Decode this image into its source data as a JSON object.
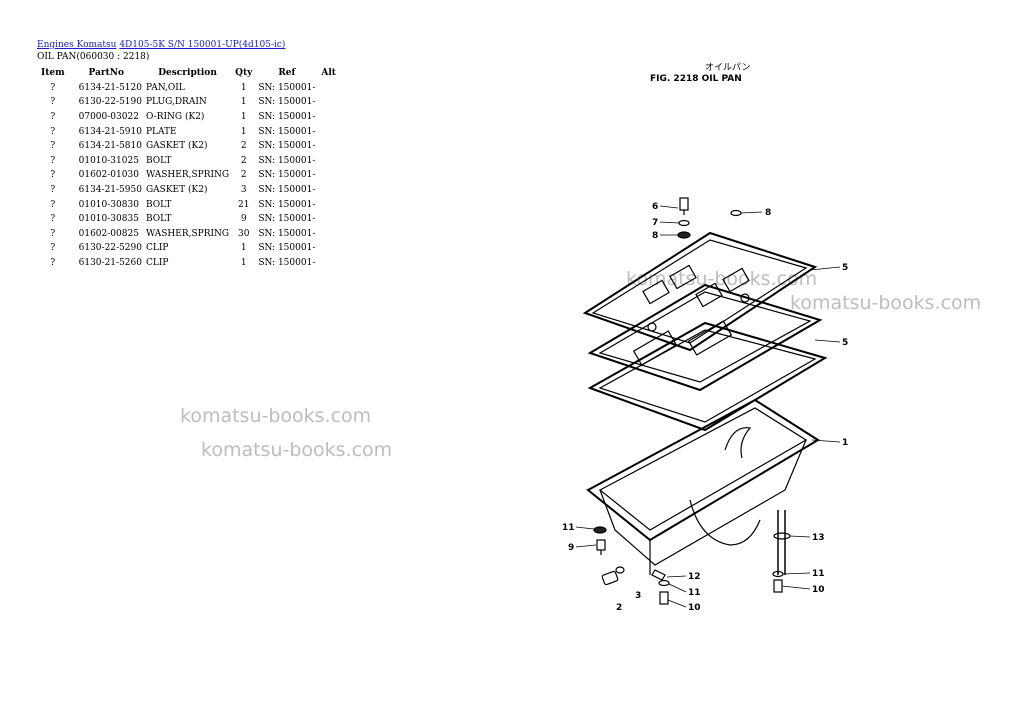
{
  "breadcrumb": {
    "engines": "Engines Komatsu",
    "model": "4D105-5K S/N 150001-UP(4d105-ic)"
  },
  "subtitle": "OIL PAN(060030 : 2218)",
  "columns": [
    "Item",
    "PartNo",
    "Description",
    "Qty",
    "Ref",
    "Alt"
  ],
  "rows": [
    {
      "item": "?",
      "part": "6134-21-5120",
      "desc": "PAN,OIL",
      "qty": "1",
      "ref": "SN: 150001-"
    },
    {
      "item": "?",
      "part": "6130-22-5190",
      "desc": "PLUG,DRAIN",
      "qty": "1",
      "ref": "SN: 150001-"
    },
    {
      "item": "?",
      "part": "07000-03022",
      "desc": "O-RING (K2)",
      "qty": "1",
      "ref": "SN: 150001-"
    },
    {
      "item": "?",
      "part": "6134-21-5910",
      "desc": "PLATE",
      "qty": "1",
      "ref": "SN: 150001-"
    },
    {
      "item": "?",
      "part": "6134-21-5810",
      "desc": "GASKET (K2)",
      "qty": "2",
      "ref": "SN: 150001-"
    },
    {
      "item": "?",
      "part": "01010-31025",
      "desc": "BOLT",
      "qty": "2",
      "ref": "SN: 150001-"
    },
    {
      "item": "?",
      "part": "01602-01030",
      "desc": "WASHER,SPRING",
      "qty": "2",
      "ref": "SN: 150001-"
    },
    {
      "item": "?",
      "part": "6134-21-5950",
      "desc": "GASKET (K2)",
      "qty": "3",
      "ref": "SN: 150001-"
    },
    {
      "item": "?",
      "part": "01010-30830",
      "desc": "BOLT",
      "qty": "21",
      "ref": "SN: 150001-"
    },
    {
      "item": "?",
      "part": "01010-30835",
      "desc": "BOLT",
      "qty": "9",
      "ref": "SN: 150001-"
    },
    {
      "item": "?",
      "part": "01602-00825",
      "desc": "WASHER,SPRING",
      "qty": "30",
      "ref": "SN: 150001-"
    },
    {
      "item": "?",
      "part": "6130-22-5290",
      "desc": "CLIP",
      "qty": "1",
      "ref": "SN: 150001-"
    },
    {
      "item": "?",
      "part": "6130-21-5260",
      "desc": "CLIP",
      "qty": "1",
      "ref": "SN: 150001-"
    }
  ],
  "watermark": "komatsu-books.com",
  "figure": {
    "jp_title": "オイルパン",
    "title": "FIG. 2218 OIL PAN",
    "callouts": [
      "6",
      "7",
      "8",
      "8",
      "5",
      "5",
      "1",
      "11",
      "9",
      "3",
      "2",
      "12",
      "11",
      "10",
      "13",
      "11",
      "10"
    ]
  }
}
